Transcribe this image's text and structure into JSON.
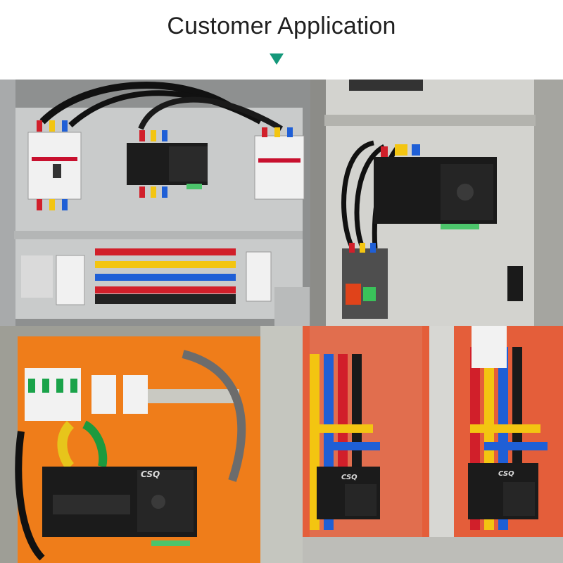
{
  "header": {
    "title": "Customer Application"
  },
  "accent_color": "#14987a",
  "photos": [
    {
      "label": "csq-switch-main-panel"
    },
    {
      "label": "csq-switch-grey-cabinet"
    },
    {
      "label": "csq-switch-orange-panel",
      "brand": "CSQ"
    },
    {
      "label": "csq-switch-red-frame-cabinet",
      "brand": "CSQ"
    }
  ]
}
